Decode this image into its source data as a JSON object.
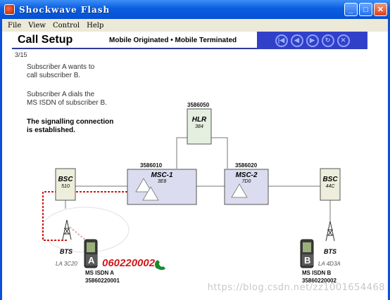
{
  "window": {
    "title": "Shockwave Flash"
  },
  "menu": [
    "File",
    "View",
    "Control",
    "Help"
  ],
  "header": {
    "title": "Call Setup",
    "subtitle": "Mobile Originated • Mobile Terminated",
    "nav_icons": [
      "first-icon",
      "back-icon",
      "forward-icon",
      "replay-icon",
      "close-icon"
    ]
  },
  "page_number": "3/15",
  "steps": {
    "s1_l1": "Subscriber A wants to",
    "s1_l2": "call subscriber B.",
    "s2_l1": "Subscriber A dials the",
    "s2_l2": "MS ISDN of subscriber B.",
    "s3_l1": "The signalling connection",
    "s3_l2": "is established."
  },
  "network": {
    "hlr": {
      "name": "HLR",
      "code": "384",
      "id": "3586050"
    },
    "msc1": {
      "name": "MSC-1",
      "code": "3E8",
      "id": "3586010"
    },
    "msc2": {
      "name": "MSC-2",
      "code": "7D0",
      "id": "3586020"
    },
    "bsc_left": {
      "name": "BSC",
      "code": "510"
    },
    "bsc_right": {
      "name": "BSC",
      "code": "44C"
    },
    "bts_left": {
      "name": "BTS",
      "la": "LA 3C20"
    },
    "bts_right": {
      "name": "BTS",
      "la": "LA 4D3A"
    },
    "ms_a": {
      "letter": "A",
      "label": "MS ISDN A",
      "number": "35860220001"
    },
    "ms_b": {
      "letter": "B",
      "label": "MS ISDN B",
      "number": "35860220002"
    },
    "dialed_number": "060220002"
  },
  "colors": {
    "titlebar": "#0a5ee0",
    "nav_bar": "#3140c8",
    "hlr_fill": "#e4efe0",
    "msc_fill": "#dcdcf0",
    "bsc_fill": "#eeeedc",
    "signal": "#d01818",
    "phone_green": "#1c8a2c"
  },
  "watermark": "https://blog.csdn.net/zz1001654468"
}
